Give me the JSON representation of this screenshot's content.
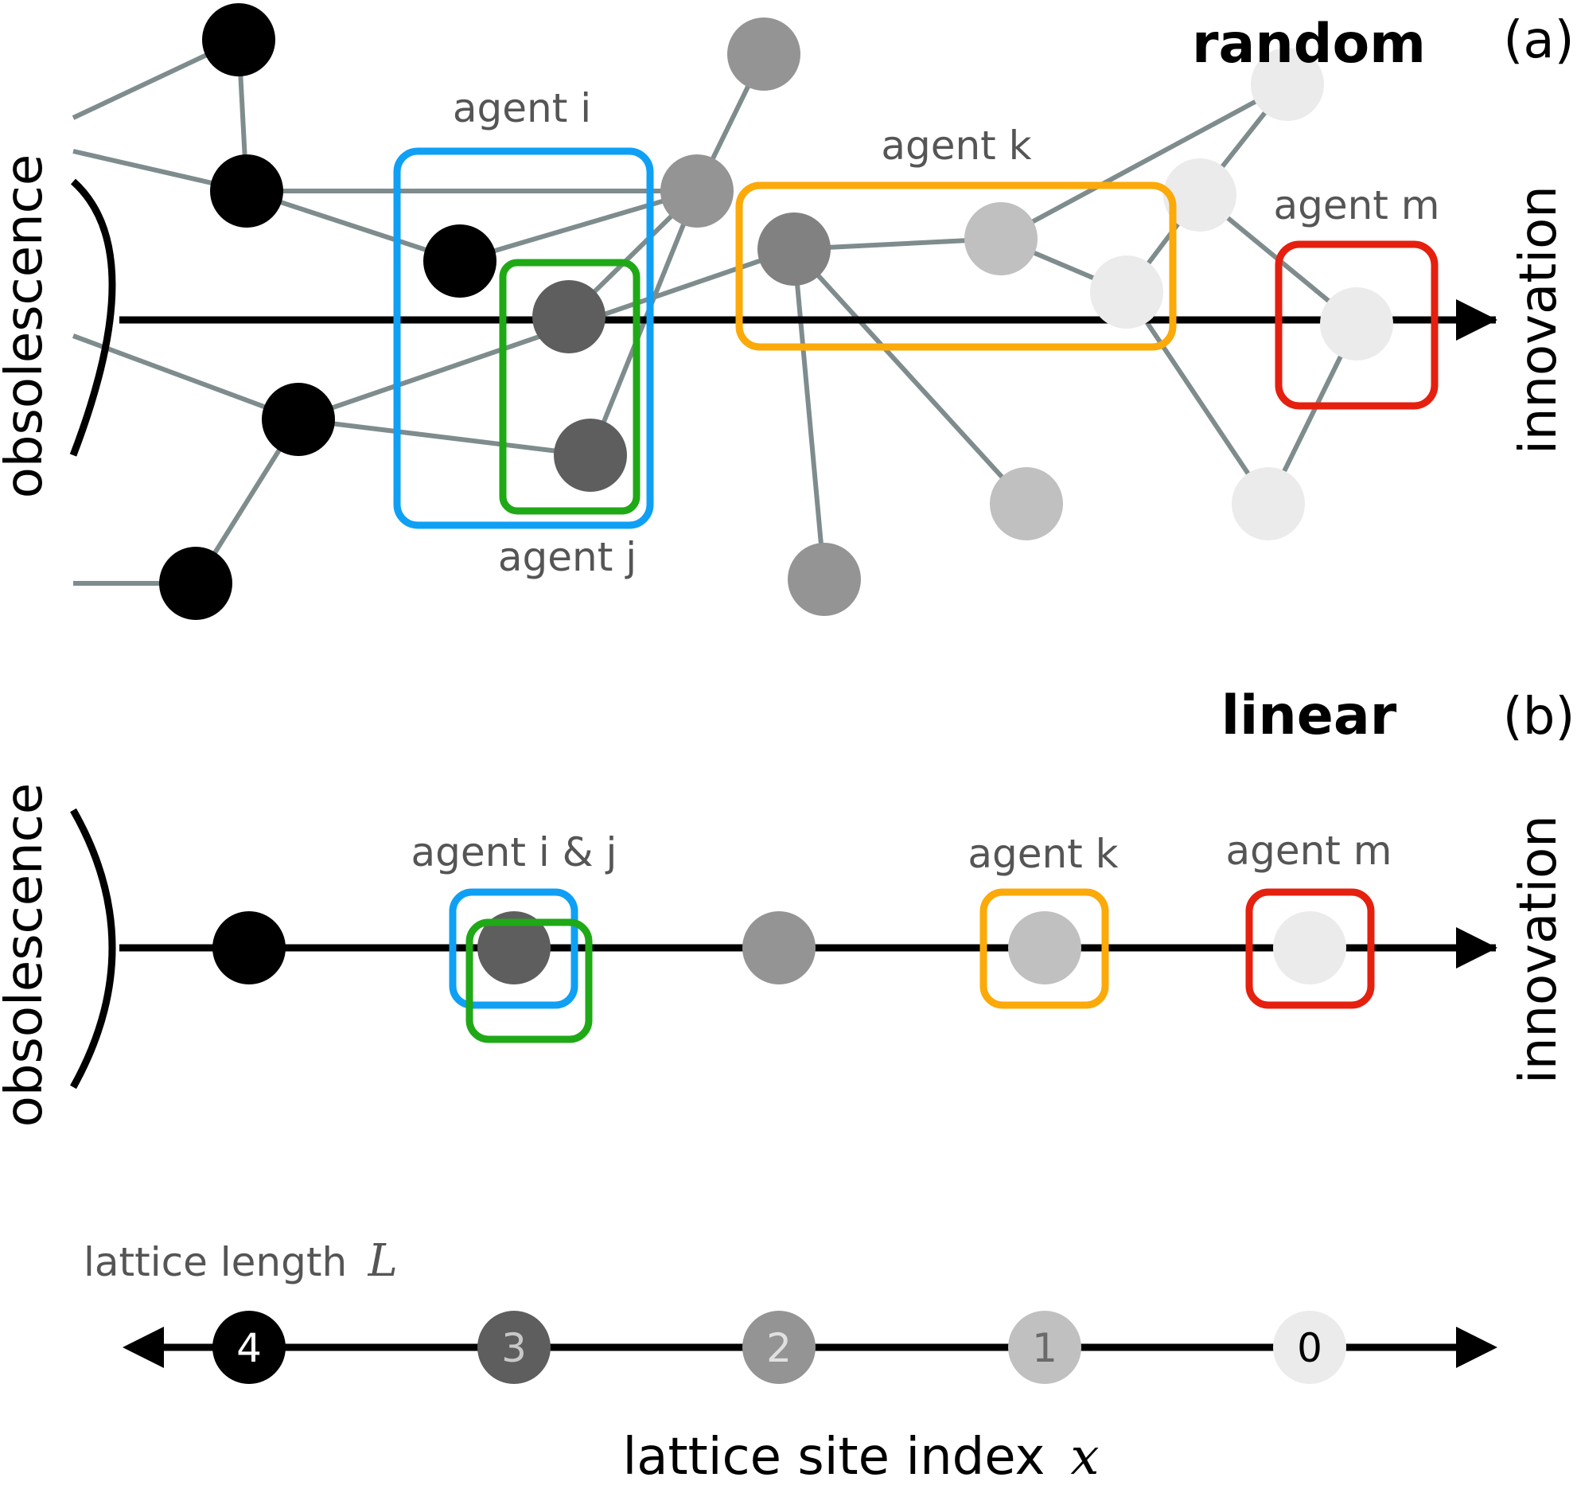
{
  "panel_a": {
    "title": "random",
    "label": "(a)",
    "left_label": "obsolescence",
    "right_label": "innovation",
    "agents": {
      "i": "agent i",
      "j": "agent j",
      "k": "agent k",
      "m": "agent m"
    }
  },
  "panel_b": {
    "title": "linear",
    "label": "(b)",
    "left_label": "obsolescence",
    "right_label": "innovation",
    "agents": {
      "ij": "agent i & j",
      "k": "agent k",
      "m": "agent m"
    }
  },
  "scale": {
    "lattice_length_label": "lattice length",
    "lattice_length_symbol": "L",
    "axis_label": "lattice site index",
    "axis_symbol": "x",
    "sites": [
      "4",
      "3",
      "2",
      "1",
      "0"
    ]
  },
  "colors": {
    "site_4": "#000000",
    "site_3": "#5e5e5e",
    "site_2": "#949494",
    "site_1": "#c0c0c0",
    "site_0": "#ebebeb",
    "edge": "#7f8c8d",
    "agent_i": "#0fa0f5",
    "agent_j": "#1fa916",
    "agent_k": "#fbaa0a",
    "agent_m": "#e5200f"
  }
}
